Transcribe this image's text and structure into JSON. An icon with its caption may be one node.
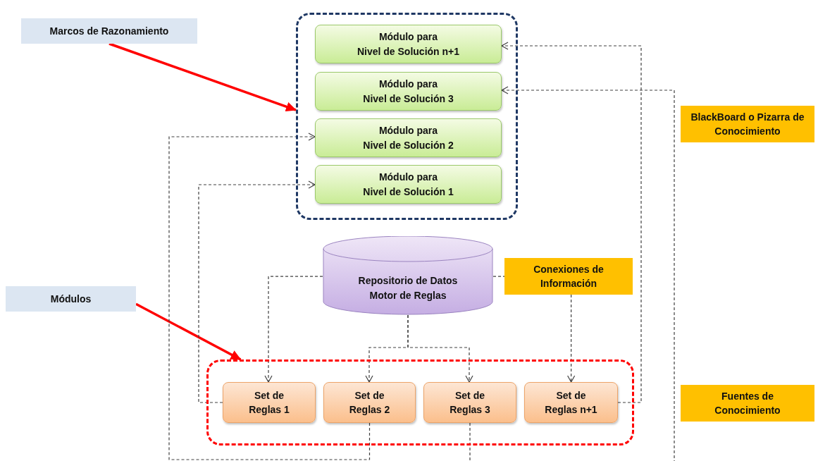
{
  "diagram": {
    "nodes": [
      {
        "text": [
          "Marcos de Razonamiento"
        ]
      },
      {
        "text": [],
        "shape": "box"
      },
      {
        "text": [
          "Módulo para",
          "Nivel de Solución n+1"
        ],
        "in": 1
      },
      {
        "text": [
          "Módulo para",
          "Nivel de Solución 3"
        ],
        "in": 1
      },
      {
        "text": [
          "Módulo para",
          "Nivel de Solución 2"
        ],
        "in": 1
      },
      {
        "text": [
          "Módulo para",
          "Nivel de Solución 1"
        ],
        "in": 1
      },
      {
        "text": [
          "BlackBoard o Pizarra de Conocimiento"
        ]
      },
      {
        "text": [
          "Repositorio de Datos",
          "Motor de Reglas"
        ]
      },
      {
        "text": [
          "Conexiones de Información"
        ]
      },
      {
        "text": [
          "Módulos"
        ]
      },
      {
        "text": [],
        "shape": "box"
      },
      {
        "text": [
          "Set de",
          "Reglas 1"
        ],
        "in": 10
      },
      {
        "text": [
          "Set de",
          "Reglas 2"
        ],
        "in": 10
      },
      {
        "text": [
          "Set de",
          "Reglas 3"
        ],
        "in": 10
      },
      {
        "text": [
          "Set de",
          "Reglas n+1"
        ],
        "in": 10
      },
      {
        "text": [
          "Fuentes de Conocimiento"
        ]
      }
    ],
    "edges": [
      {
        "from": 0,
        "to": 1,
        "arrow": "to",
        "style": "thick",
        "color": "#ff0000"
      },
      {
        "from": 9,
        "to": 10,
        "arrow": "to",
        "style": "thick",
        "color": "#ff0000"
      },
      {
        "from": 7,
        "to": 11,
        "arrow": "to",
        "style": "dashed"
      },
      {
        "from": 7,
        "to": 12,
        "arrow": "to",
        "style": "dashed"
      },
      {
        "from": 7,
        "to": 13,
        "arrow": "to",
        "style": "dashed"
      },
      {
        "from": 7,
        "to": 8,
        "arrow": "none",
        "style": "dashed"
      },
      {
        "from": 8,
        "to": 14,
        "arrow": "to",
        "style": "dashed"
      },
      {
        "from": 11,
        "to": 5,
        "arrow": "to",
        "style": "dashed"
      },
      {
        "from": 12,
        "to": 4,
        "arrow": "to",
        "style": "dashed"
      },
      {
        "from": 13,
        "to": 3,
        "arrow": "to",
        "style": "dashed"
      },
      {
        "from": 14,
        "to": 2,
        "arrow": "to",
        "style": "dashed"
      }
    ]
  }
}
